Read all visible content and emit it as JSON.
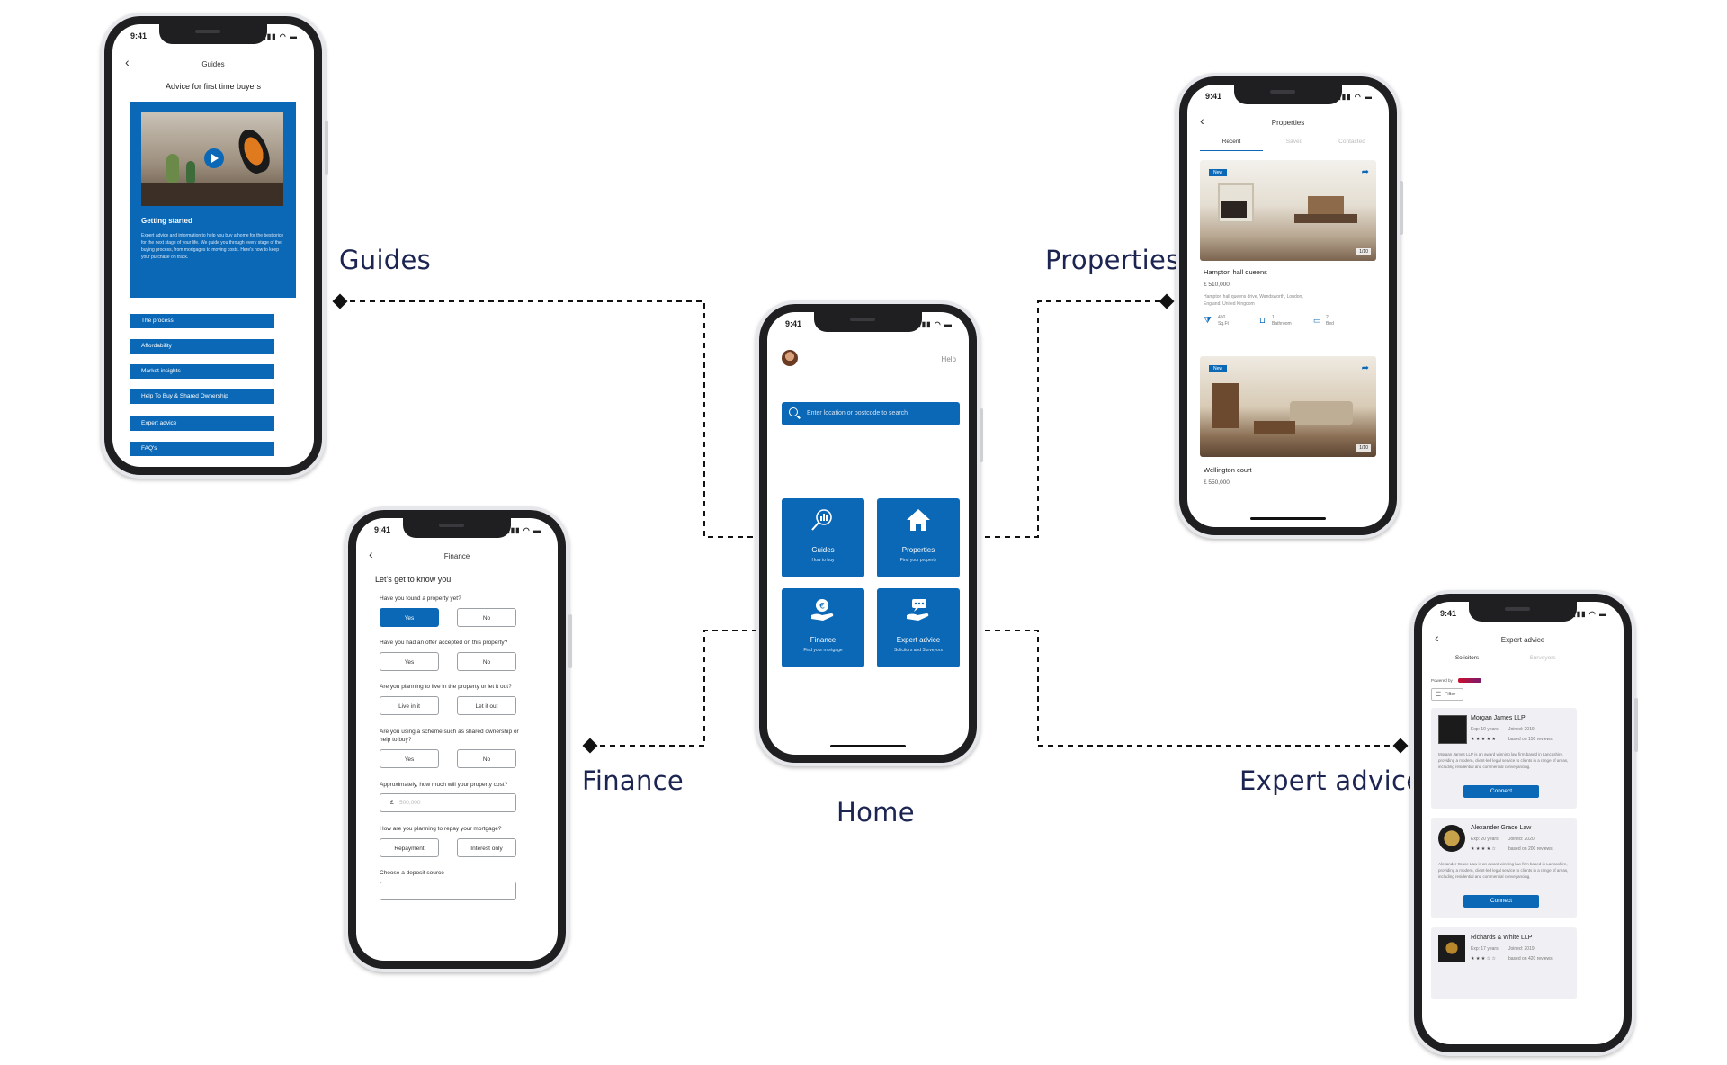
{
  "labels": {
    "guides": "Guides",
    "properties": "Properties",
    "finance": "Finance",
    "expert_advice": "Expert advice",
    "home": "Home"
  },
  "status_time": "9:41",
  "home_screen": {
    "help": "Help",
    "search_placeholder": "Enter location or postcode to search",
    "tiles": [
      {
        "title": "Guides",
        "subtitle": "How to buy",
        "icon": "magnifier-chart-icon"
      },
      {
        "title": "Properties",
        "subtitle": "Find your property",
        "icon": "house-icon"
      },
      {
        "title": "Finance",
        "subtitle": "Find your mortgage",
        "icon": "euro-hand-icon"
      },
      {
        "title": "Expert advice",
        "subtitle": "Solicitors and Surveyors",
        "icon": "chat-hand-icon"
      }
    ]
  },
  "guides_screen": {
    "title": "Guides",
    "heading": "Advice for first time buyers",
    "card_title": "Getting started",
    "card_text": "Expert advice and information to help you buy a home for the best price for the next stage of your life. We guide you through every stage of the buying process, from mortgages to moving costs. Here's how to keep your purchase on track.",
    "menu": [
      "The process",
      "Affordability",
      "Market insights",
      "Help To Buy & Shared Ownership",
      "Expert advice",
      "FAQ's"
    ]
  },
  "properties_screen": {
    "title": "Properties",
    "tabs": [
      "Recent",
      "Saved",
      "Contacted"
    ],
    "listings": [
      {
        "badge": "New",
        "counter": "1/10",
        "name": "Hampton hall queens",
        "price": "£ 510,000",
        "address": "Hampton hall queens drive, Wandsworth, London, England, United Kingdom",
        "sqft_value": "450",
        "sqft_unit": "Sq.Ft",
        "bath_value": "1",
        "bath_unit": "Bathroom",
        "bed_value": "2",
        "bed_unit": "Bed"
      },
      {
        "badge": "New",
        "counter": "1/10",
        "name": "Wellington court",
        "price": "£ 550,000"
      }
    ]
  },
  "finance_screen": {
    "title": "Finance",
    "heading": "Let's get to know you",
    "questions": [
      {
        "q": "Have you found a property yet?",
        "a": "Yes",
        "b": "No"
      },
      {
        "q": "Have you had an offer accepted on this property?",
        "a": "Yes",
        "b": "No"
      },
      {
        "q": "Are you planning to live in the property or let it out?",
        "a": "Live in it",
        "b": "Let it out"
      },
      {
        "q": "Are you using a scheme such as shared ownership or help to buy?",
        "a": "Yes",
        "b": "No"
      }
    ],
    "cost_question": "Approximately, how much will your property cost?",
    "currency": "£",
    "cost_placeholder": "500,000",
    "repay_question": "How are you planning to repay your mortgage?",
    "repay_a": "Repayment",
    "repay_b": "Interest only",
    "deposit_question": "Choose a deposit source"
  },
  "expert_screen": {
    "title": "Expert advice",
    "tabs": [
      "Solicitors",
      "Surveyors"
    ],
    "powered_by": "Powered by",
    "filter": "Filter",
    "firms": [
      {
        "name": "Morgan James LLP",
        "exp": "Exp: 10 years",
        "joined": "Joined: 2019",
        "reviews": "based on 150 reviews",
        "stars": "★ ★ ★ ★ ★",
        "desc": "Morgan James LLP is an award winning law firm based in Lancashire, providing a modern, client-led legal service to clients in a range of areas, including residential and commercial conveyancing.",
        "button": "Connect"
      },
      {
        "name": "Alexander Grace Law",
        "exp": "Exp: 20 years",
        "joined": "Joined: 2020",
        "reviews": "based on 200 reviews",
        "stars": "★ ★ ★ ★ ☆",
        "desc": "Alexander Grace Law is an award winning law firm based in Lancashire, providing a modern, client-led legal service to clients in a range of areas, including residential and commercial conveyancing.",
        "button": "Connect"
      },
      {
        "name": "Richards & White LLP",
        "exp": "Exp: 17 years",
        "joined": "Joined: 2019",
        "reviews": "based on 420 reviews",
        "stars": "★ ★ ★ ☆ ☆"
      }
    ]
  },
  "colors": {
    "brand_blue": "#0a68b7",
    "label_navy": "#1c2451"
  }
}
